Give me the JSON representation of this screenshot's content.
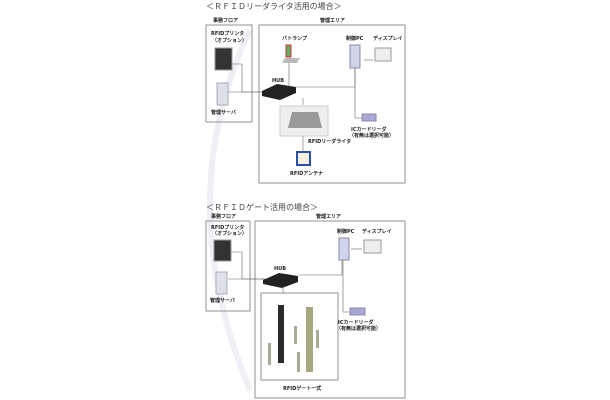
{
  "sections": [
    {
      "title": "＜ＲＦＩＤリーダライタ活用の場合＞",
      "office_floor": "事務フロア",
      "admin_area": "管理エリア",
      "printer": "RFIDプリンタ",
      "printer_note": "（オプション）",
      "server": "管理サーバ",
      "hub": "HUB",
      "patlamp": "パトランプ",
      "pc": "制御PC",
      "display": "ディスプレイ",
      "card_reader": "ICカードリーダ",
      "card_note": "（有無は選択可能）",
      "reader_writer": "RFIDリーダライタ",
      "antenna": "RFIDアンテナ"
    },
    {
      "title": "＜ＲＦＩＤゲート活用の場合＞",
      "office_floor": "事務フロア",
      "admin_area": "管理エリア",
      "printer": "RFIDプリンタ",
      "printer_note": "（オプション）",
      "server": "管理サーバ",
      "hub": "HUB",
      "pc": "制御PC",
      "display": "ディスプレイ",
      "card_reader": "ICカードリーダ",
      "card_note": "（有無は選択可能）",
      "gate": "RFIDゲート一式"
    }
  ]
}
